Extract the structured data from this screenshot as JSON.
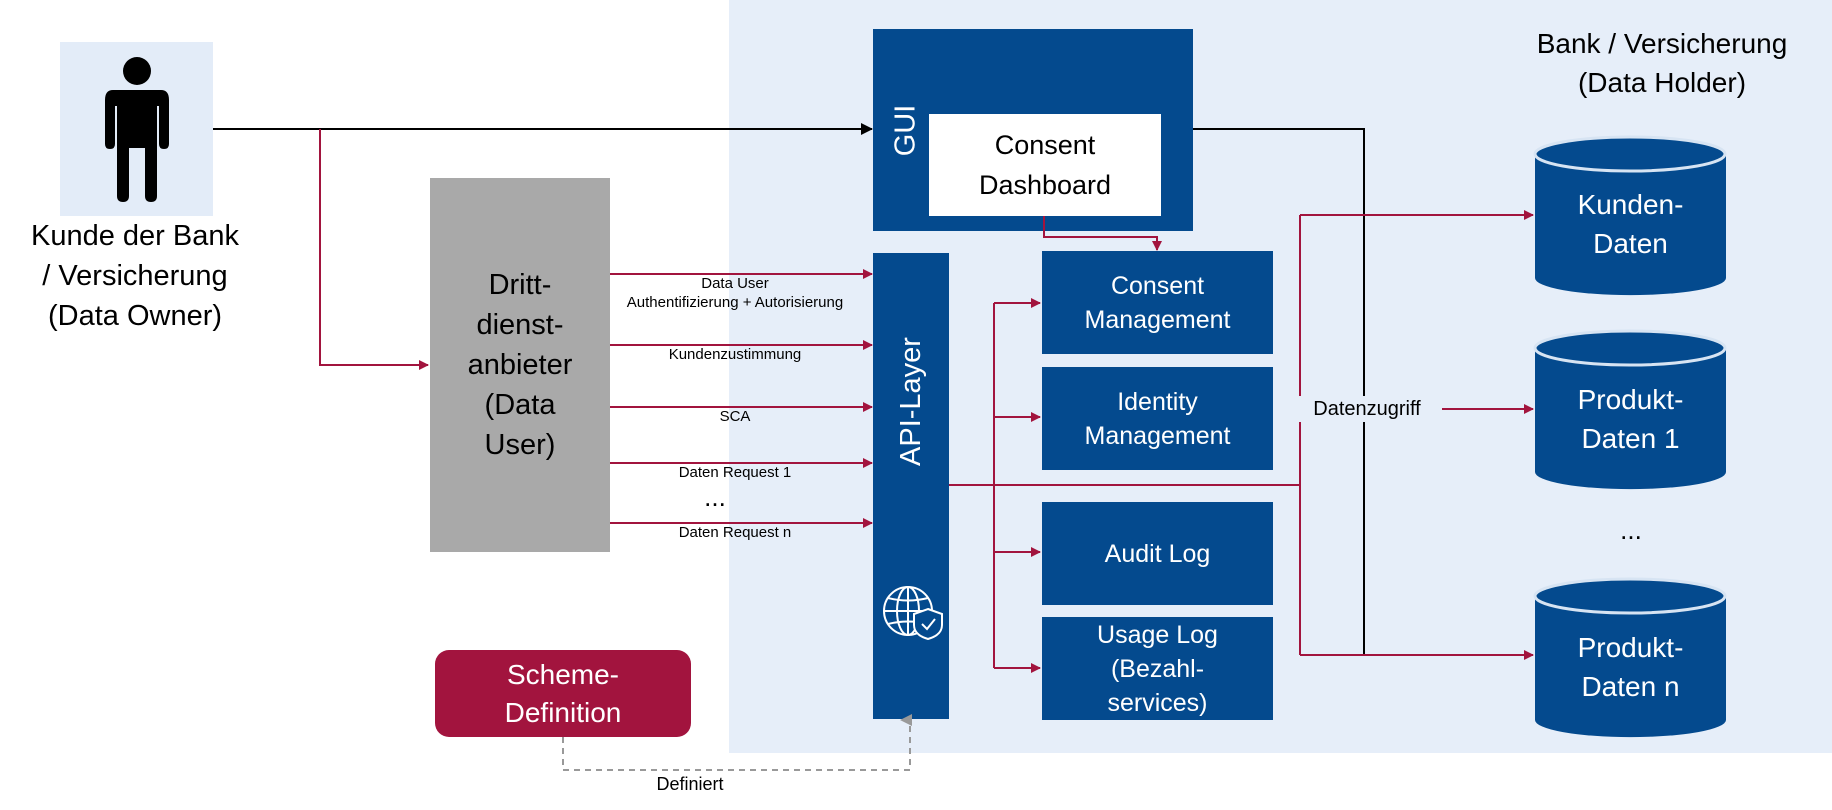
{
  "data_holder": {
    "title": "Bank / Versicherung\n(Data Holder)"
  },
  "data_owner": {
    "label": "Kunde der Bank\n/ Versicherung\n(Data Owner)",
    "icon": "person-icon"
  },
  "data_user": {
    "label": "Dritt-\ndienst-\nanbieter\n(Data\nUser)"
  },
  "gui": {
    "label": "GUI",
    "consent_dashboard": "Consent\nDashboard"
  },
  "api_layer": {
    "label": "API-Layer",
    "icon": "globe-shield-icon"
  },
  "services": {
    "consent_management": "Consent\nManagement",
    "identity_management": "Identity\nManagement",
    "audit_log": "Audit Log",
    "usage_log": "Usage Log\n(Bezahl-\nservices)"
  },
  "requests": {
    "auth": "Data User\nAuthentifizierung + Autorisierung",
    "consent": "Kundenzustimmung",
    "sca": "SCA",
    "request_1": "Daten Request 1",
    "ellipsis": "...",
    "request_n": "Daten Request n"
  },
  "datenzugriff": "Datenzugriff",
  "databases": {
    "kunden": "Kunden-\nDaten",
    "produkt_1": "Produkt-\nDaten 1",
    "ellipsis": "...",
    "produkt_n": "Produkt-\nDaten n"
  },
  "scheme": {
    "label": "Scheme-\nDefinition",
    "definiert": "Definiert"
  },
  "colors": {
    "navy": "#044a8e",
    "crimson": "#a2143e",
    "region_bg": "#e6eef9",
    "gray_box": "#a9a9a9",
    "arrow_red": "#a2143e"
  }
}
